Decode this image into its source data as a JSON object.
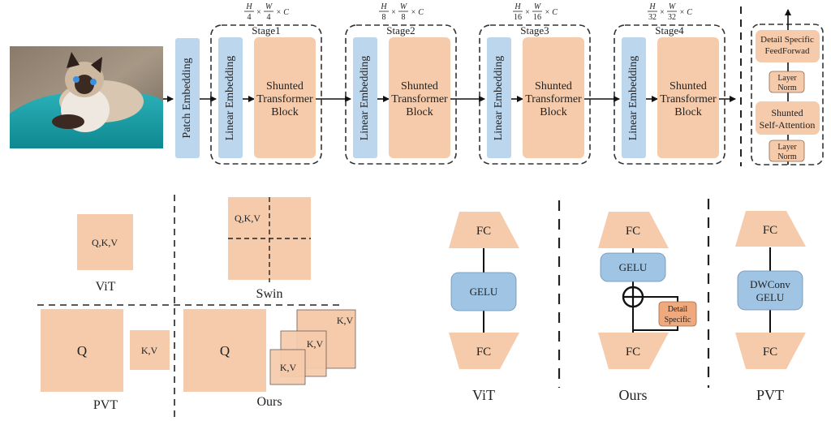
{
  "colors": {
    "blue_box": "#bcd6ee",
    "orange_box": "#f5cbab",
    "gelu_blue": "#9fc4e4",
    "detail_specific": "#f0a97c",
    "line": "#222222",
    "dash": "#333333"
  },
  "top": {
    "input_image": "siamese-cat-photo",
    "patch_embedding": "Patch Embedding",
    "stages": [
      {
        "name": "Stage1",
        "dim_h": "H",
        "dim_h_den": "4",
        "dim_w": "W",
        "dim_w_den": "4",
        "dim_c": "× C",
        "linear": "Linear Embedding",
        "block": [
          "Shunted",
          "Transformer",
          "Block"
        ]
      },
      {
        "name": "Stage2",
        "dim_h": "H",
        "dim_h_den": "8",
        "dim_w": "W",
        "dim_w_den": "8",
        "dim_c": "× C",
        "linear": "Linear Embedding",
        "block": [
          "Shunted",
          "Transformer",
          "Block"
        ]
      },
      {
        "name": "Stage3",
        "dim_h": "H",
        "dim_h_den": "16",
        "dim_w": "W",
        "dim_w_den": "16",
        "dim_c": "× C",
        "linear": "Linear Embedding",
        "block": [
          "Shunted",
          "Transformer",
          "Block"
        ]
      },
      {
        "name": "Stage4",
        "dim_h": "H",
        "dim_h_den": "32",
        "dim_w": "W",
        "dim_w_den": "32",
        "dim_c": "× C",
        "linear": "Linear Embedding",
        "block": [
          "Shunted",
          "Transformer",
          "Block"
        ]
      }
    ],
    "block_detail": {
      "ffn": [
        "Detail Specific",
        "FeedForwad"
      ],
      "norm_top": [
        "Layer",
        "Norm"
      ],
      "attn": [
        "Shunted",
        "Self-Attention"
      ],
      "norm_bottom": [
        "Layer",
        "Norm"
      ]
    },
    "times": "×"
  },
  "attention": {
    "vit": {
      "box": "Q,K,V",
      "label": "ViT"
    },
    "swin": {
      "box": "Q,K,V",
      "label": "Swin"
    },
    "pvt": {
      "q": "Q",
      "kv": "K,V",
      "label": "PVT"
    },
    "ours": {
      "q": "Q",
      "kv": [
        "K,V",
        "K,V",
        "K,V"
      ],
      "label": "Ours"
    }
  },
  "ffn": {
    "vit": {
      "top": "FC",
      "mid": "GELU",
      "bottom": "FC",
      "label": "ViT"
    },
    "ours": {
      "top": "FC",
      "mid": "GELU",
      "side": [
        "Detail",
        "Specific"
      ],
      "bottom": "FC",
      "label": "Ours"
    },
    "pvt": {
      "top": "FC",
      "mid": [
        "DWConv",
        "GELU"
      ],
      "bottom": "FC",
      "label": "PVT"
    }
  }
}
